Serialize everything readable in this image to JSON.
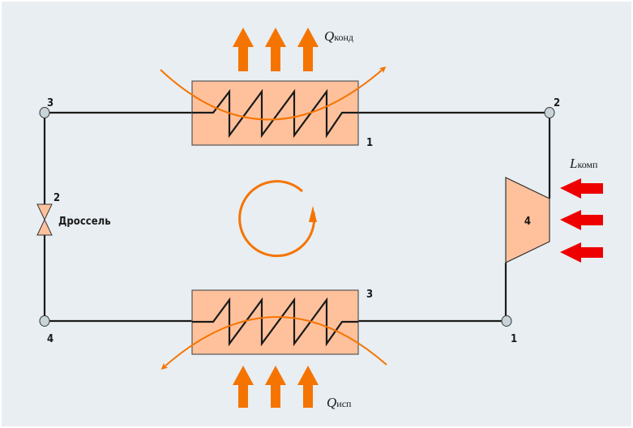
{
  "diagram": {
    "condenser_label_main": "Q",
    "condenser_label_sub": "конд",
    "evaporator_label_main": "Q",
    "evaporator_label_sub": "исп",
    "compressor_work_main": "L",
    "compressor_work_sub": "комп",
    "throttle_label": "Дроссель",
    "throttle_number": "2",
    "compressor_number": "4",
    "condenser_number": "1",
    "evaporator_number": "3",
    "node_labels": {
      "top_left": "3",
      "top_right": "2",
      "bottom_left": "4",
      "bottom_right": "1"
    }
  },
  "colors": {
    "background": "#e8eef2",
    "component_fill": "#ffc19c",
    "heat_arrow": "#f57400",
    "work_arrow": "#ee0000",
    "pipe": "#1a1a1a",
    "node": "#c8d3da"
  }
}
